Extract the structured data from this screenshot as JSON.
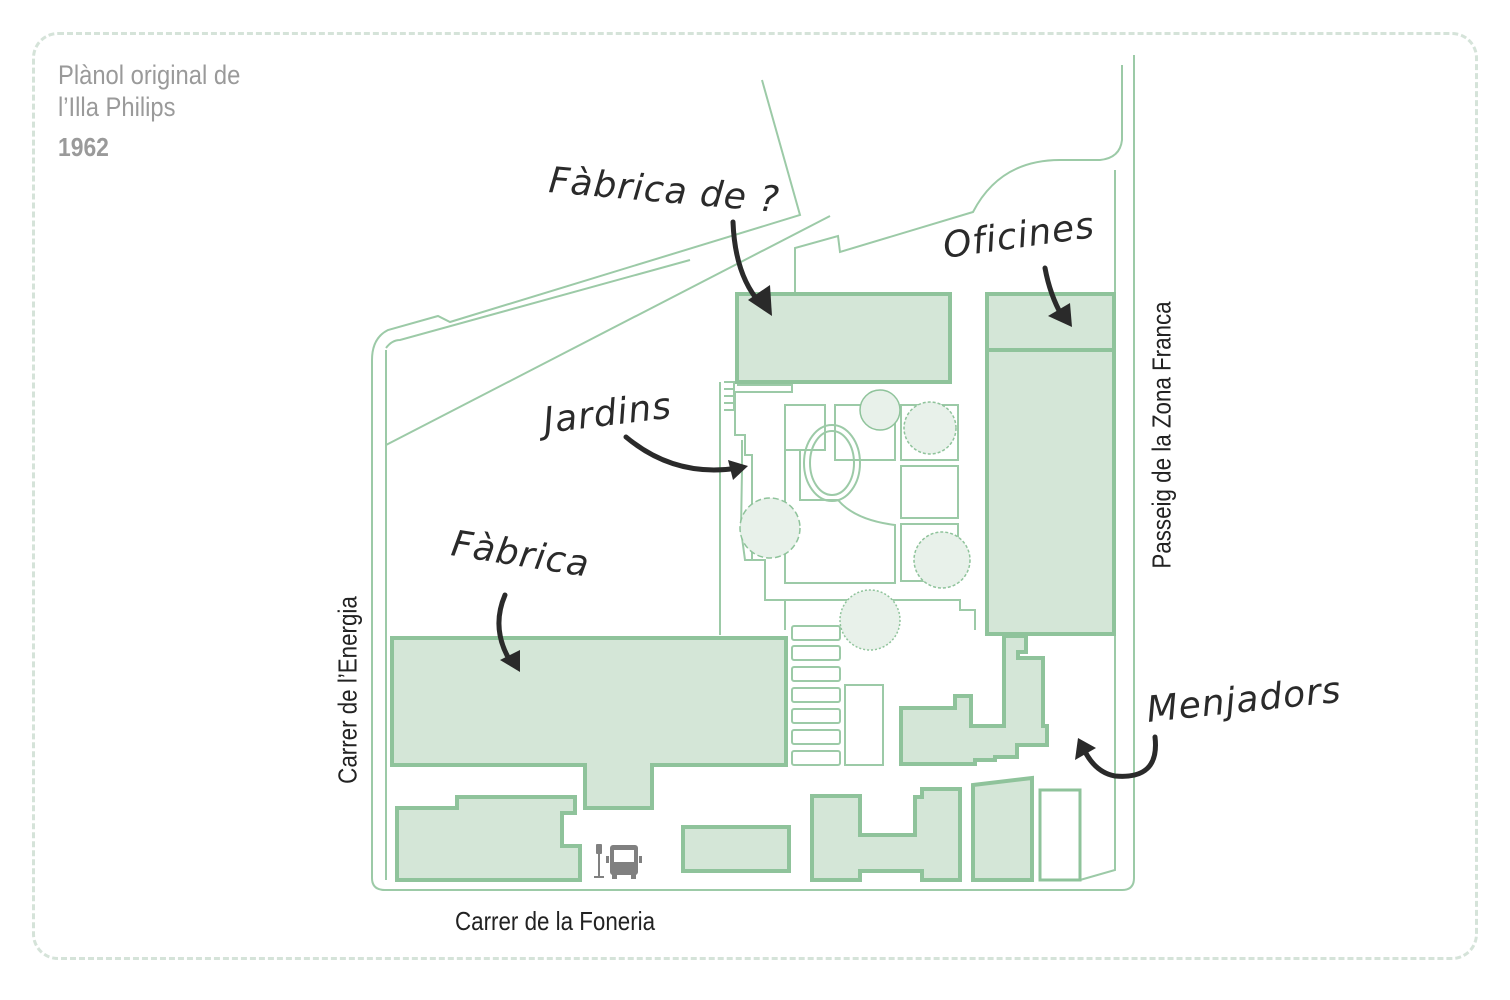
{
  "title": {
    "line1": "Plànol original de",
    "line2": "l’Illa Philips",
    "year": "1962"
  },
  "streets": {
    "bottom": "Carrer de la Foneria",
    "left": "Carrer de l’Energia",
    "right": "Passeig de la Zona Franca"
  },
  "annotations": {
    "factory_unknown": "Fàbrica de ?",
    "offices": "Oficines",
    "gardens": "Jardins",
    "factory": "Fàbrica",
    "dining": "Menjadors"
  },
  "icons": {
    "bus_stop": "bus-stop-icon"
  },
  "colors": {
    "building_fill": "#d4e6d7",
    "building_stroke": "#8fc39b",
    "line": "#9ccaa7",
    "frame": "#d5e3d9",
    "title_text": "#9a9a9a",
    "annotation": "#2a2a2a",
    "bus_icon": "#808080"
  }
}
